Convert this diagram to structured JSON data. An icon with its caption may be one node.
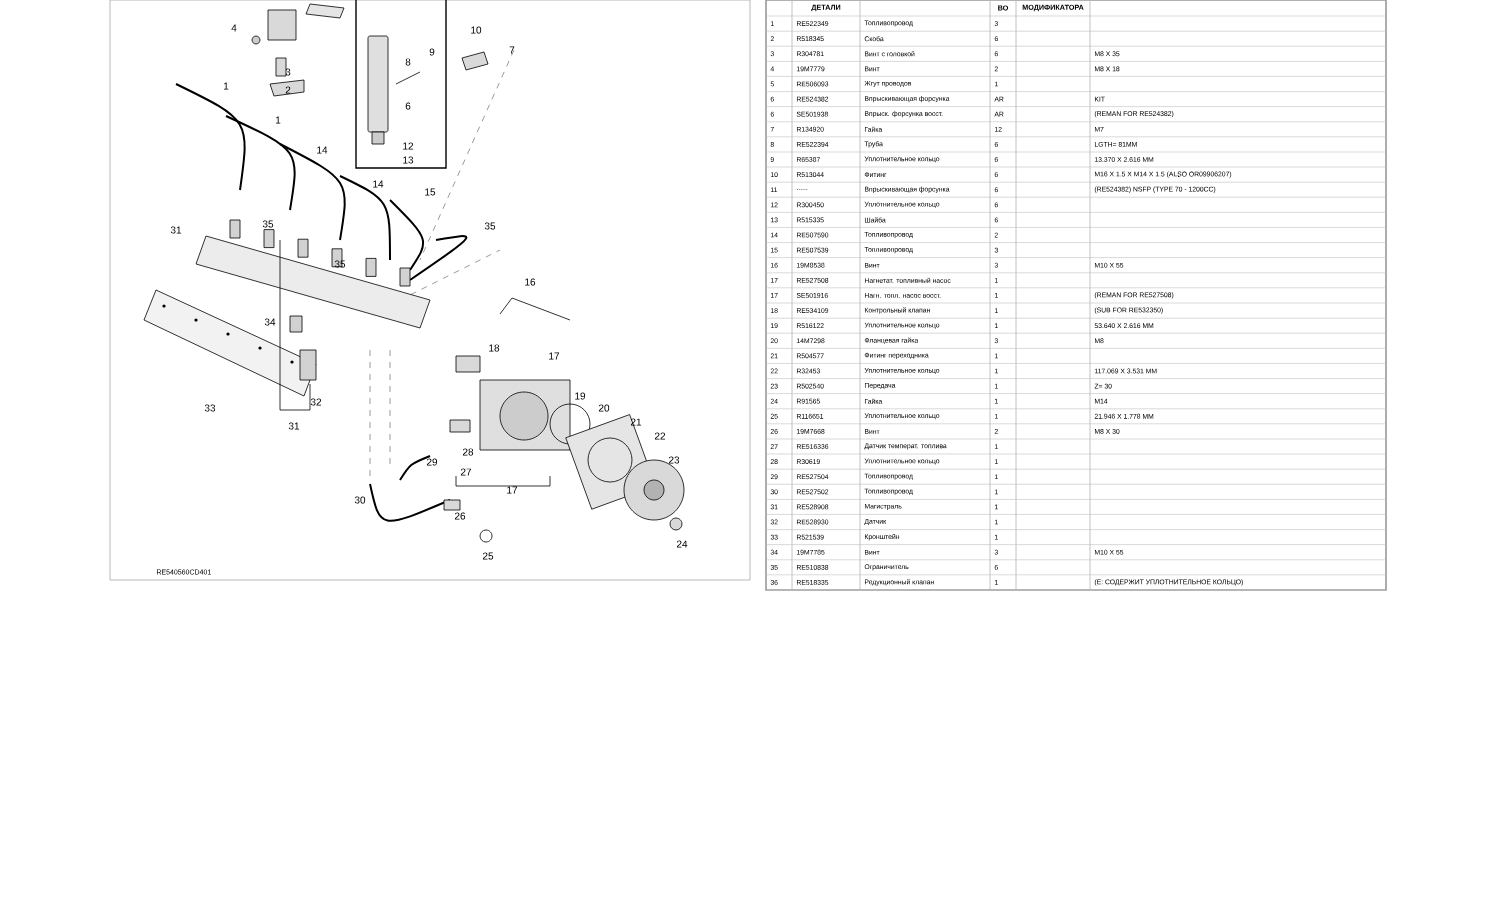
{
  "diagram": {
    "labels": [
      "4",
      "3",
      "2",
      "1",
      "1",
      "8",
      "9",
      "10",
      "7",
      "6",
      "12",
      "13",
      "14",
      "14",
      "15",
      "35",
      "31",
      "35",
      "35",
      "16",
      "34",
      "33",
      "32",
      "31",
      "18",
      "17",
      "19",
      "20",
      "21",
      "22",
      "23",
      "28",
      "27",
      "17",
      "29",
      "30",
      "26",
      "25",
      "24",
      "RE540560CD401",
      "ДЕТАЛИ",
      "ВО",
      "МОДИФИКАТОРА",
      "1",
      "RE522349",
      "Топливопровод",
      "3",
      "2",
      "R518345",
      "Скоба",
      "6",
      "3",
      "R304781",
      "Винт с головкой",
      "6",
      "M8 X 35",
      "4",
      "19M7779",
      "Винт",
      "2",
      "M8 X 18",
      "5",
      "RE506093",
      "Жгут проводов",
      "1",
      "6",
      "RE524382",
      "Впрыскивающая форсунка",
      "AR",
      "KIT",
      "6",
      "SE501938",
      "Впрыск. форсунка восст.",
      "AR",
      "(REMAN FOR RE524382)",
      "7",
      "R134920",
      "Гайка",
      "12",
      "M7",
      "8",
      "RE522394",
      "Труба",
      "6",
      "LGTH= 81MM",
      "9",
      "R65387",
      "Уплотнительное кольцо",
      "6",
      "13.370 X 2.616 MM",
      "10",
      "R513044",
      "Фитинг",
      "6",
      "M16 X 1.5 X M14 X 1.5 (ALSO OR09906207)",
      "11",
      "......",
      "Впрыскивающая форсунка",
      "6",
      "(RE524382) NSFP (TYPE 70 - 1200CC)",
      "12",
      "R300450",
      "Уплотнительное кольцо",
      "6",
      "13",
      "R515335",
      "Шайба",
      "6",
      "14",
      "RE507590",
      "Топливопровод",
      "2",
      "15",
      "RE507539",
      "Топливопровод",
      "3",
      "16",
      "19M8538",
      "Винт",
      "3",
      "M10 X 55",
      "17",
      "RE527508",
      "Нагнетат. топливный насос",
      "1",
      "17",
      "SE501916",
      "Нагн. топл. насос восст.",
      "1",
      "(REMAN FOR RE527508)",
      "18",
      "RE534109",
      "Контрольный клапан",
      "1",
      "(SUB FOR RE532350)",
      "19",
      "R516122",
      "Уплотнительное кольцо",
      "1",
      "53.640 X 2.616 MM",
      "20",
      "14M7298",
      "Фланцевая гайка",
      "3",
      "M8",
      "21",
      "R504577",
      "Фитинг переходника",
      "1",
      "22",
      "R32453",
      "Уплотнительное кольцо",
      "1",
      "117.069 X 3.531 MM",
      "23",
      "R502540",
      "Передача",
      "1",
      "Z= 30",
      "24",
      "R91565",
      "Гайка",
      "1",
      "M14",
      "25",
      "R116651",
      "Уплотнительное кольцо",
      "1",
      "21.946 X 1.778 MM",
      "26",
      "19M7668",
      "Винт",
      "2",
      "M8 X 30",
      "27",
      "RE516336",
      "Датчик температ. топлива",
      "1",
      "28",
      "R30619",
      "Уплотнительное кольцо",
      "1",
      "29",
      "RE527504",
      "Топливопровод",
      "1",
      "30",
      "RE527502",
      "Топливопровод",
      "1",
      "31",
      "RE528908",
      "Магистраль",
      "1",
      "32",
      "RE528930",
      "Датчик",
      "1",
      "33",
      "R521539",
      "Кронштейн",
      "1",
      "34",
      "19M7785",
      "Винт",
      "3",
      "M10 X 55",
      "35",
      "RE510838",
      "Ограничитель",
      "6",
      "36",
      "RE518335",
      "Редукционный клапан",
      "1",
      "(E: СОДЕРЖИТ УПЛОТНИТЕЛЬНОЕ КОЛЬЦО)"
    ]
  }
}
